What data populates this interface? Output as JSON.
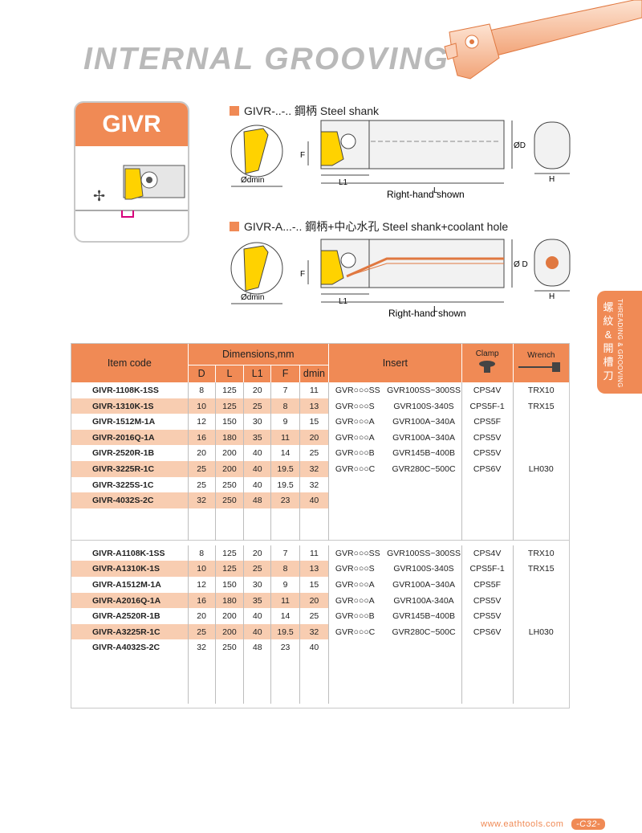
{
  "page_title": "INTERNAL GROOVING",
  "code_card": {
    "code": "GIVR"
  },
  "section1": {
    "label": "GIVR-..-..  鋼柄 Steel shank",
    "caption": "Right-hand shown",
    "dims": {
      "d": "ØD",
      "f": "F",
      "l1": "L1",
      "l": "L",
      "h": "H",
      "dmin": "Ødmin"
    }
  },
  "section2": {
    "label": "GIVR-A...-..  鋼柄+中心水孔 Steel shank+coolant hole",
    "caption": "Right-hand shown",
    "dims": {
      "d": "Ø D",
      "f": "F",
      "l1": "L1",
      "l": "L",
      "h": "H",
      "dmin": "Ødmin"
    }
  },
  "side_tab": {
    "cn": "螺紋&開槽刀",
    "en": "THREADING & GROOVING"
  },
  "table": {
    "headers": {
      "item_code": "Item code",
      "dimensions": "Dimensions,mm",
      "insert": "Insert",
      "clamp": "Clamp",
      "wrench": "Wrench",
      "sub": [
        "D",
        "L",
        "L1",
        "F",
        "dmin"
      ]
    },
    "group1": [
      {
        "code": "GIVR-1108K-1SS",
        "D": "8",
        "L": "125",
        "L1": "20",
        "F": "7",
        "dmin": "11",
        "ins_a": "GVR○○○SS",
        "ins_b": "GVR100SS~300SS",
        "clamp": "CPS4V",
        "wrench": "TRX10"
      },
      {
        "code": "GIVR-1310K-1S",
        "D": "10",
        "L": "125",
        "L1": "25",
        "F": "8",
        "dmin": "13",
        "ins_a": "GVR○○○S",
        "ins_b": "GVR100S-340S",
        "clamp": "CPS5F-1",
        "wrench": "TRX15"
      },
      {
        "code": "GIVR-1512M-1A",
        "D": "12",
        "L": "150",
        "L1": "30",
        "F": "9",
        "dmin": "15",
        "ins_a": "GVR○○○A",
        "ins_b": "GVR100A~340A",
        "clamp": "CPS5F",
        "wrench": ""
      },
      {
        "code": "GIVR-2016Q-1A",
        "D": "16",
        "L": "180",
        "L1": "35",
        "F": "11",
        "dmin": "20",
        "ins_a": "GVR○○○A",
        "ins_b": "GVR100A~340A",
        "clamp": "CPS5V",
        "wrench": ""
      },
      {
        "code": "GIVR-2520R-1B",
        "D": "20",
        "L": "200",
        "L1": "40",
        "F": "14",
        "dmin": "25",
        "ins_a": "GVR○○○B",
        "ins_b": "GVR145B~400B",
        "clamp": "CPS5V",
        "wrench": ""
      },
      {
        "code": "GIVR-3225R-1C",
        "D": "25",
        "L": "200",
        "L1": "40",
        "F": "19.5",
        "dmin": "32",
        "ins_a": "GVR○○○C",
        "ins_b": "GVR280C~500C",
        "clamp": "CPS6V",
        "wrench": "LH030"
      },
      {
        "code": "GIVR-3225S-1C",
        "D": "25",
        "L": "250",
        "L1": "40",
        "F": "19.5",
        "dmin": "32",
        "ins_a": "",
        "ins_b": "",
        "clamp": "",
        "wrench": ""
      },
      {
        "code": "GIVR-4032S-2C",
        "D": "32",
        "L": "250",
        "L1": "48",
        "F": "23",
        "dmin": "40",
        "ins_a": "",
        "ins_b": "",
        "clamp": "",
        "wrench": ""
      }
    ],
    "group2": [
      {
        "code": "GIVR-A1108K-1SS",
        "D": "8",
        "L": "125",
        "L1": "20",
        "F": "7",
        "dmin": "11",
        "ins_a": "GVR○○○SS",
        "ins_b": "GVR100SS~300SS",
        "clamp": "CPS4V",
        "wrench": "TRX10"
      },
      {
        "code": "GIVR-A1310K-1S",
        "D": "10",
        "L": "125",
        "L1": "25",
        "F": "8",
        "dmin": "13",
        "ins_a": "GVR○○○S",
        "ins_b": "GVR100S-340S",
        "clamp": "CPS5F-1",
        "wrench": "TRX15"
      },
      {
        "code": "GIVR-A1512M-1A",
        "D": "12",
        "L": "150",
        "L1": "30",
        "F": "9",
        "dmin": "15",
        "ins_a": "GVR○○○A",
        "ins_b": "GVR100A~340A",
        "clamp": "CPS5F",
        "wrench": ""
      },
      {
        "code": "GIVR-A2016Q-1A",
        "D": "16",
        "L": "180",
        "L1": "35",
        "F": "11",
        "dmin": "20",
        "ins_a": "GVR○○○A",
        "ins_b": "GVR100A-340A",
        "clamp": "CPS5V",
        "wrench": ""
      },
      {
        "code": "GIVR-A2520R-1B",
        "D": "20",
        "L": "200",
        "L1": "40",
        "F": "14",
        "dmin": "25",
        "ins_a": "GVR○○○B",
        "ins_b": "GVR145B~400B",
        "clamp": "CPS5V",
        "wrench": ""
      },
      {
        "code": "GIVR-A3225R-1C",
        "D": "25",
        "L": "200",
        "L1": "40",
        "F": "19.5",
        "dmin": "32",
        "ins_a": "GVR○○○C",
        "ins_b": "GVR280C~500C",
        "clamp": "CPS6V",
        "wrench": "LH030"
      },
      {
        "code": "GIVR-A4032S-2C",
        "D": "32",
        "L": "250",
        "L1": "48",
        "F": "23",
        "dmin": "40",
        "ins_a": "",
        "ins_b": "",
        "clamp": "",
        "wrench": ""
      }
    ]
  },
  "footer": {
    "url": "www.eathtools.com",
    "page": "-C32-"
  },
  "colors": {
    "accent": "#f08a55",
    "row_alt": "#f8cdb1",
    "insert_yellow": "#ffd200",
    "title_gray": "#b9b9b9"
  }
}
